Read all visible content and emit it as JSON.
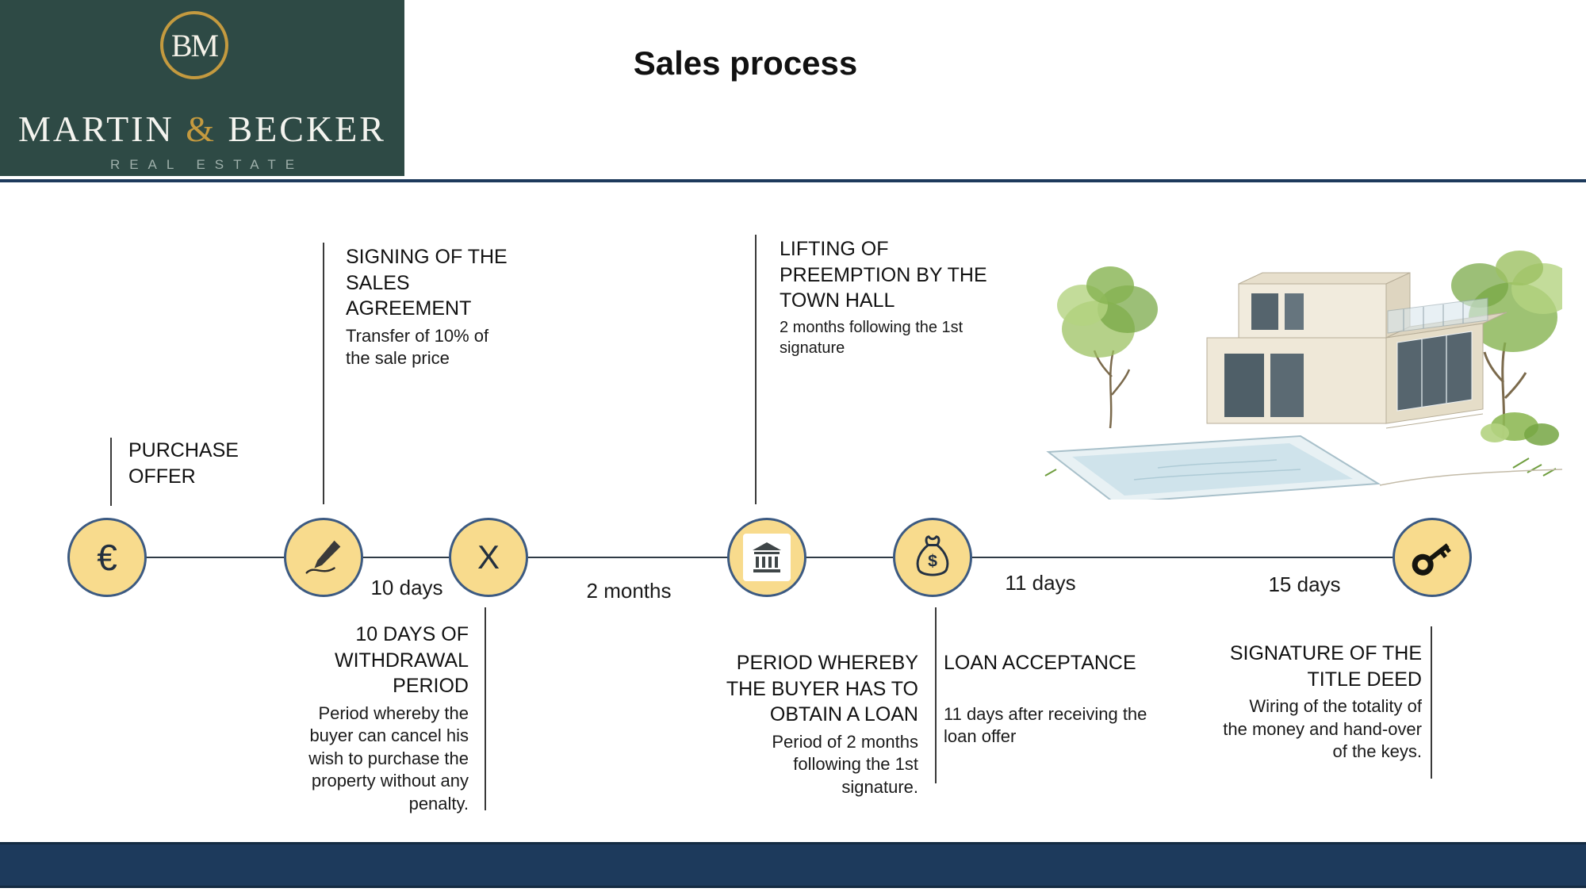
{
  "slide": {
    "title": "Sales process"
  },
  "brand": {
    "monogram": "BM",
    "name_left": "MARTIN ",
    "amp": "&",
    "name_right": " BECKER",
    "tagline": "REAL ESTATE"
  },
  "colors": {
    "header_bg": "#2e4a45",
    "gold": "#c49a3f",
    "node_fill": "#f8db8d",
    "node_border": "#3c5a82",
    "footer_bg": "#1d3a5c"
  },
  "timeline": {
    "nodes": [
      {
        "name": "purchase-offer",
        "icon": "euro-icon",
        "glyph": "€"
      },
      {
        "name": "sales-agreement-signing",
        "icon": "pen-icon"
      },
      {
        "name": "withdrawal-period-end",
        "icon": "x-icon",
        "glyph": "X"
      },
      {
        "name": "town-hall-preemption",
        "icon": "townhall-icon"
      },
      {
        "name": "loan",
        "icon": "moneybag-icon"
      },
      {
        "name": "title-deed",
        "icon": "key-icon"
      }
    ],
    "intervals": [
      {
        "label": "10 days"
      },
      {
        "label": "2 months"
      },
      {
        "label": "11 days"
      },
      {
        "label": "15 days"
      }
    ]
  },
  "annotations": {
    "purchase_offer": {
      "title": "PURCHASE\nOFFER"
    },
    "signing": {
      "title": "SIGNING OF THE\nSALES\nAGREEMENT",
      "body": "Transfer of 10% of\nthe sale price"
    },
    "preemption": {
      "title": "LIFTING OF\nPREEMPTION BY THE\nTOWN HALL",
      "body": "2 months following the 1st\nsignature"
    },
    "withdrawal": {
      "title": "10 DAYS OF\nWITHDRAWAL\nPERIOD",
      "body": "Period whereby the\nbuyer can cancel his\nwish to purchase  the\nproperty without any\npenalty."
    },
    "loan_period": {
      "title": "PERIOD WHEREBY\nTHE BUYER HAS TO\nOBTAIN A LOAN",
      "body": "Period of 2 months\nfollowing the 1st\nsignature."
    },
    "loan_acceptance": {
      "title": "LOAN ACCEPTANCE",
      "body": "11 days after receiving the\nloan offer"
    },
    "title_deed": {
      "title": "SIGNATURE OF THE\nTITLE DEED",
      "body": "Wiring of the totality of\nthe money and hand-over\nof the keys."
    }
  }
}
